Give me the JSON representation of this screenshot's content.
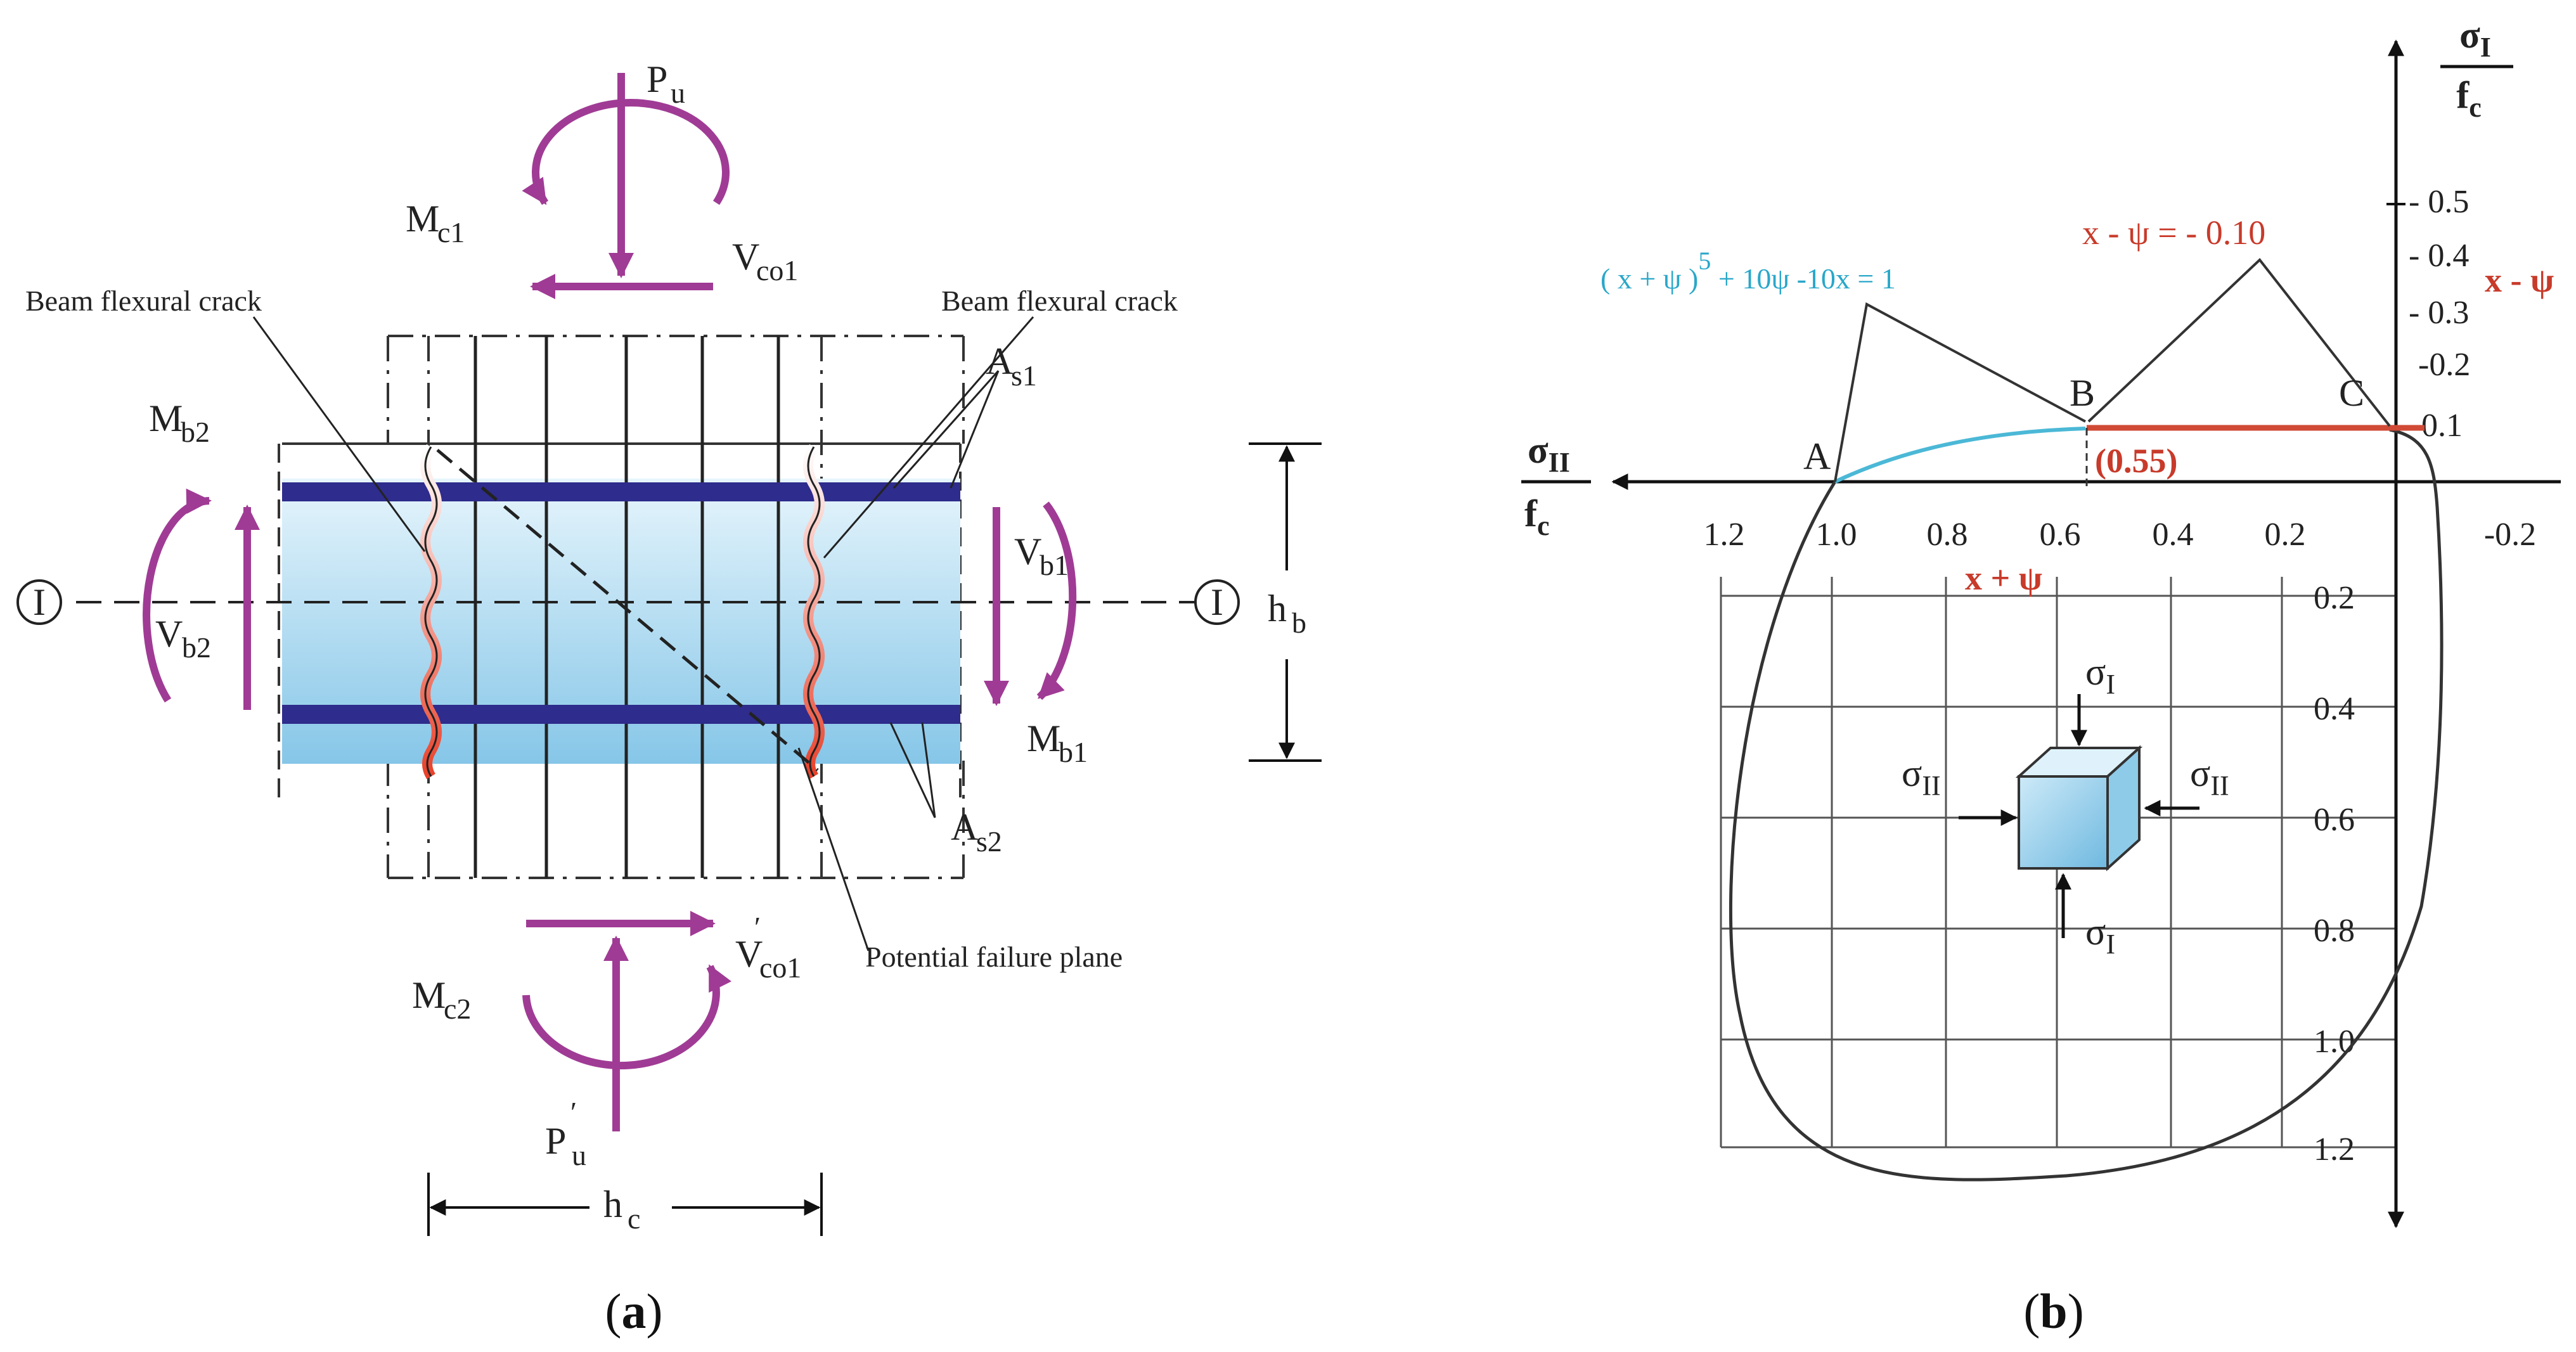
{
  "panel_a": {
    "labels": {
      "pu": "P",
      "pu_sub": "u",
      "mc1": "M",
      "mc1_sub": "c1",
      "vco1": "V",
      "vco1_sub": "co1",
      "crack_left": "Beam flexural crack",
      "crack_right": "Beam flexural crack",
      "as1": "A",
      "as1_sub": "s1",
      "as2": "A",
      "as2_sub": "s2",
      "mb2": "M",
      "mb2_sub": "b2",
      "vb2": "V",
      "vb2_sub": "b2",
      "vb1": "V",
      "vb1_sub": "b1",
      "mb1": "M",
      "mb1_sub": "b1",
      "hb": "h",
      "hb_sub": "b",
      "hc": "h",
      "hc_sub": "c",
      "mc2": "M",
      "mc2_sub": "c2",
      "vco1p": "V",
      "vco1p_sub": "co1",
      "pup": "P",
      "pup_sub": "u",
      "prime": "′",
      "failure": "Potential failure plane",
      "section_left": "I",
      "section_right": "I"
    },
    "caption_open": "(",
    "caption_letter": "a",
    "caption_close": ")",
    "colors": {
      "force": "#a03b95",
      "rebar": "#2a2a8c",
      "beam_top": "#d7eefa",
      "beam_bottom": "#8ccbeb",
      "crack": "#e05a3a"
    }
  },
  "panel_b": {
    "y_axis_num": "σ",
    "y_axis_num_sub": "I",
    "y_axis_den": "f",
    "y_axis_den_sub": "c",
    "x_axis_num": "σ",
    "x_axis_num_sub": "II",
    "x_axis_den": "f",
    "x_axis_den_sub": "c",
    "x_ticks": [
      "1.2",
      "1.0",
      "0.8",
      "0.6",
      "0.4",
      "0.2",
      "-0.2"
    ],
    "y_ticks_pos": [
      "0.1",
      "-0.2",
      "- 0.3",
      "- 0.4",
      "- 0.5"
    ],
    "y_ticks_neg": [
      "0.2",
      "0.4",
      "0.6",
      "0.8",
      "1.0",
      "1.2"
    ],
    "curve_eq_a": "( x + ψ )",
    "curve_eq_exp": "5",
    "curve_eq_b": " + 10ψ -10x = 1",
    "line_eq": "x - ψ = - 0.10",
    "x_minus_psi": "x - ψ",
    "x_plus_psi": "x + ψ",
    "point_a": "A",
    "point_b": "B",
    "point_c": "C",
    "b_value": "(0.55)",
    "cube_s1": "σ",
    "cube_s1_sub": "I",
    "cube_s2": "σ",
    "cube_s2_sub": "II",
    "caption_open": "(",
    "caption_letter": "b",
    "caption_close": ")",
    "colors": {
      "curve": "#4bb8d6",
      "line": "#d04a35",
      "label_red": "#c83a2a",
      "label_cyan": "#2aa7c9"
    }
  }
}
